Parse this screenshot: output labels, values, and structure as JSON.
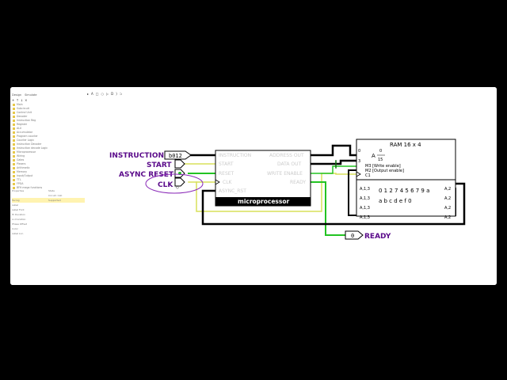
{
  "left_panel": {
    "tabs": [
      "Design",
      "Simulate"
    ],
    "toolbar_icons": [
      "add-circuit-icon",
      "move-up-icon",
      "move-down-icon",
      "delete-icon"
    ],
    "tree_items": [
      "Main",
      "Subcircuit",
      "Control Unit",
      "Decoder",
      "Instruction Reg",
      "Register",
      "ALU",
      "Accumulator",
      "Program counter",
      "Counter Logic",
      "Instruction Decoder",
      "Instruction decode Logic",
      "Microprocessor",
      "Wiring",
      "Gates",
      "Plexers",
      "Arithmetic",
      "Memory",
      "Input/Output",
      "TTL",
      "FPGA",
      "BFH mega functions"
    ],
    "attr_header": [
      "Properties",
      "State"
    ],
    "attr_rows": [
      {
        "key": "",
        "value": "Circuit: CLK"
      },
      {
        "key": "Facing",
        "value": "Supported"
      },
      {
        "key": "Label",
        "value": ""
      },
      {
        "key": "Label Font",
        "value": ""
      },
      {
        "key": "Hi Duration",
        "value": ""
      },
      {
        "key": "Lo Duration",
        "value": ""
      },
      {
        "key": "Phase Offset",
        "value": ""
      },
      {
        "key": "Color",
        "value": ""
      },
      {
        "key": "Label Loc.",
        "value": ""
      }
    ]
  },
  "canvas_toolbar": [
    "pointer-icon",
    "text-tool-icon",
    "input-pin-icon",
    "output-pin-icon",
    "not-gate-icon",
    "and-gate-icon",
    "or-gate-icon",
    "xor-gate-icon"
  ],
  "inputs": {
    "instruction": {
      "label": "INSTRUCTION",
      "value": "b012"
    },
    "start": {
      "label": "START"
    },
    "async_reset": {
      "label": "ASYNC RESET"
    },
    "clk": {
      "label": "CLK"
    }
  },
  "microprocessor": {
    "title": "microprocessor",
    "ports_left": [
      "INSTRUCTION",
      "START",
      "RESET",
      "CLK",
      "ASYNC_RST"
    ],
    "ports_right": [
      "ADDRESS OUT",
      "DATA OUT",
      "WRITE ENABLE",
      "READY"
    ]
  },
  "ram": {
    "title": "RAM 16 x 4",
    "address_label": "A",
    "address_range_top": "0",
    "address_range_bottom": "15",
    "m3": "M3 [Write enable]",
    "m2": "M2 [Output enable]",
    "c1": "C1",
    "pin_0": "0",
    "pin_3": "3",
    "data_row_1": "0 1 2 7 4 5 6 7   9 a",
    "data_row_2": "a b c d e f 0",
    "left_port_label": "A,1,3",
    "right_port_label": "A,2"
  },
  "output": {
    "label": "READY",
    "value": "0"
  },
  "colors": {
    "label_purple": "#5a0a8a",
    "wire_green": "#22c322",
    "wire_dark_green": "#0a6e0a",
    "wire_yellow": "#d8e05a",
    "wire_black": "#000000"
  }
}
